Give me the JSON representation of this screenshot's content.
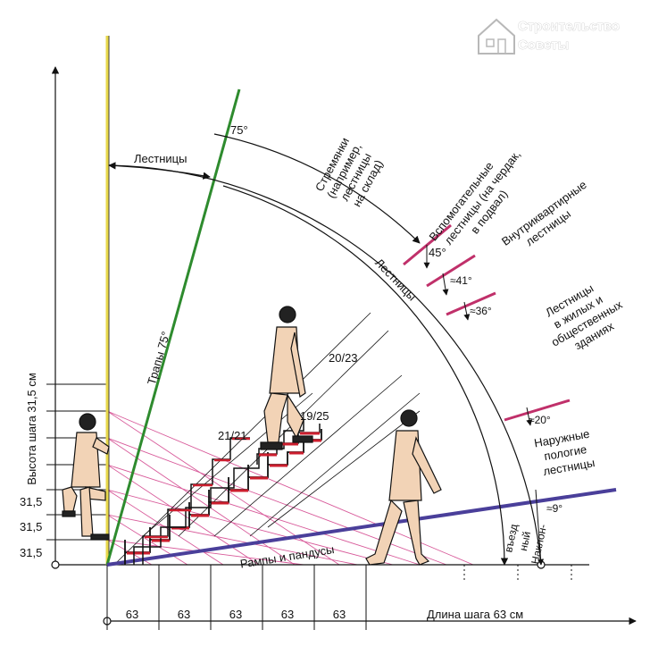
{
  "watermark": {
    "line1": "Строительство",
    "line2": "Советы"
  },
  "axes": {
    "y_label": "Высота шага 31,5 см",
    "x_label": "Длина шага 63 см",
    "y_ticks": [
      "31,5",
      "31,5",
      "31,5"
    ],
    "x_ticks": [
      "63",
      "63",
      "63",
      "63",
      "63"
    ]
  },
  "labels": {
    "stairs_top": "Лестницы",
    "stairs_arc": "Лестницы",
    "trap": "Трапы 75°",
    "ramps": "Рампы и пандусы",
    "stepladder_1": "Стремянки",
    "stepladder_2": "(например,",
    "stepladder_3": "лестницы",
    "stepladder_4": "на склад)",
    "aux_1": "Вспомогательные",
    "aux_2": "лестницы (на чердак,",
    "aux_3": "в подвал)",
    "intra_1": "Внутриквартирные",
    "intra_2": "лестницы",
    "res_1": "Лестницы",
    "res_2": "в жилых и",
    "res_3": "общественных",
    "res_4": "зданиях",
    "out_1": "Наружные",
    "out_2": "пологие",
    "out_3": "лестницы",
    "incl_1": "Наклон-",
    "incl_2": "ный",
    "incl_3": "въезд",
    "ratio_2121": "21/21",
    "ratio_2023": "20/23",
    "ratio_1925": "19/25"
  },
  "angles": {
    "a75": "75°",
    "a45": "45°",
    "a41": "≈41°",
    "a36": "≈36°",
    "a20": "≈20°",
    "a9": "≈9°"
  },
  "colors": {
    "green": "#2e8b2e",
    "magenta": "#c0306a",
    "blue": "#4a3f9a",
    "yellow": "#e8d84a",
    "pink": "#d85a9a",
    "stair_red": "#cc1e2e",
    "figure": "#f2d3b6"
  }
}
